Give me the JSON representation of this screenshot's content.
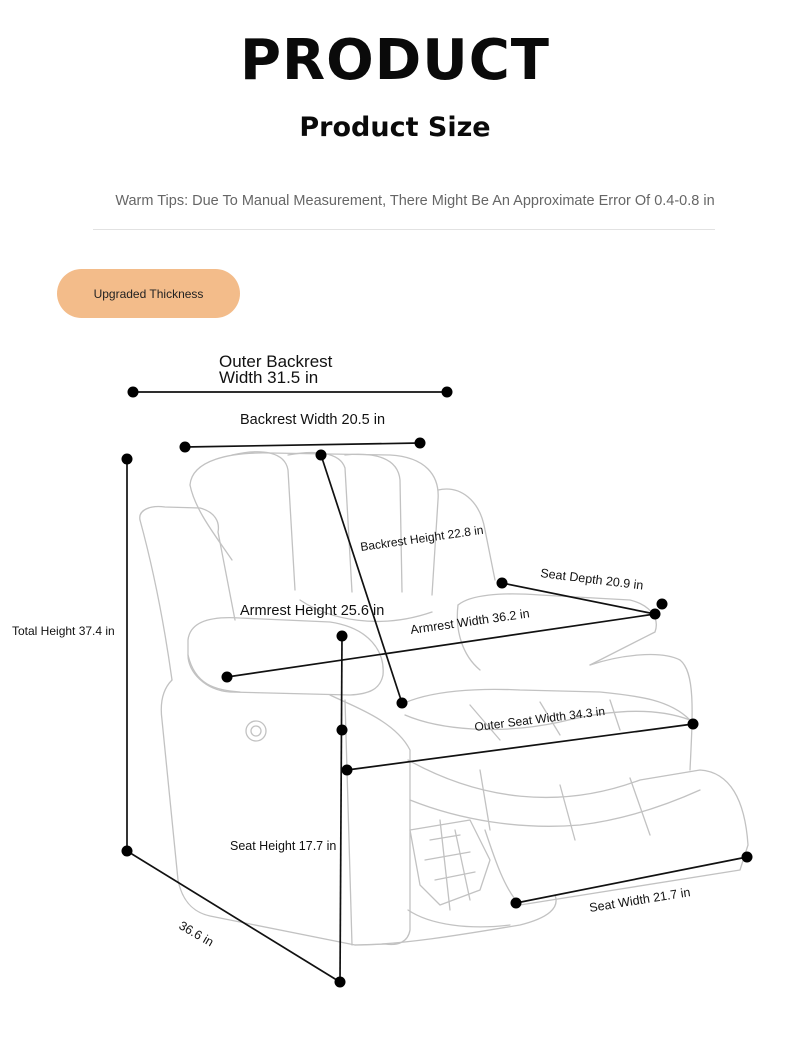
{
  "header": {
    "title": "PRODUCT",
    "subtitle": "Product Size",
    "tips": "Warm Tips: Due To Manual Measurement, There Might Be An Approximate Error Of 0.4-0.8 in"
  },
  "badge": {
    "label": "Upgraded Thickness"
  },
  "dimensions": {
    "outer_backrest_width_line1": "Outer Backrest",
    "outer_backrest_width_line2": "Width 31.5 in",
    "backrest_width": "Backrest Width 20.5 in",
    "backrest_height": "Backrest Height 22.8 in",
    "seat_depth": "Seat Depth 20.9 in",
    "armrest_height": "Armrest Height 25.6 in",
    "armrest_width": "Armrest Width 36.2 in",
    "total_height": "Total Height 37.4 in",
    "outer_seat_width": "Outer Seat Width 34.3 in",
    "seat_height": "Seat Height 17.7 in",
    "seat_width": "Seat Width 21.7 in",
    "depth": "36.6 in"
  },
  "colors": {
    "badge": "#f3bc8a",
    "line": "#111111",
    "sketch": "#bdbdbd"
  }
}
